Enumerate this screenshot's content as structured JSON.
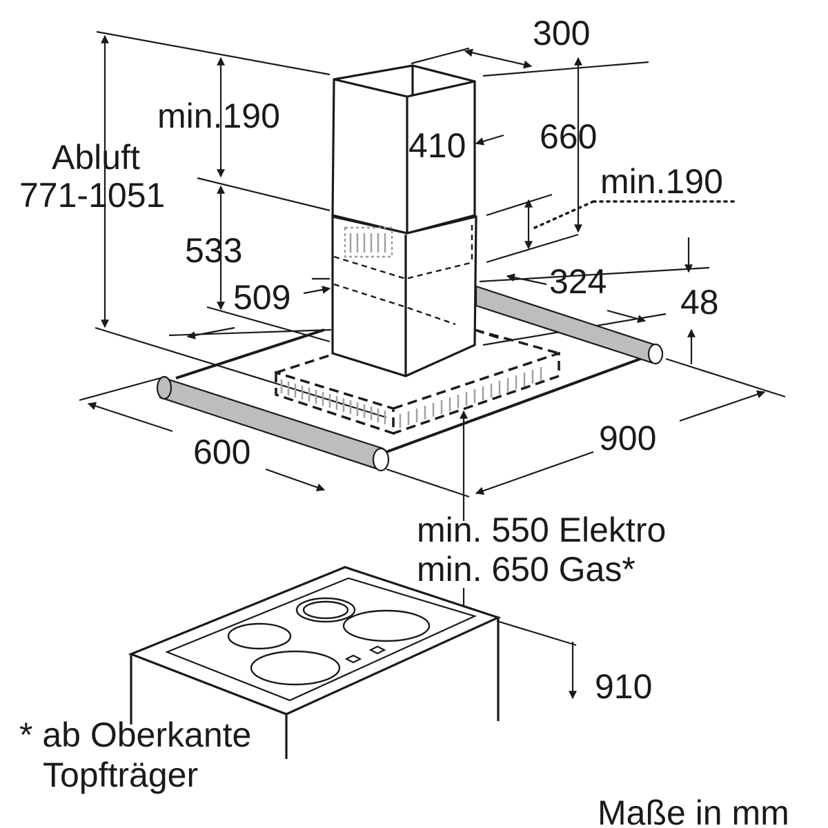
{
  "dimensions": {
    "chimney_width": "300",
    "chimney_depth": "410",
    "upper_min": "min.190",
    "exhaust_label": "Abluft",
    "exhaust_range": "771-1051",
    "height_660": "660",
    "side_min": "min.190",
    "height_533": "533",
    "depth_509": "509",
    "depth_324": "324",
    "thickness_48": "48",
    "depth_600": "600",
    "width_900": "900",
    "min_electric": "min. 550 Elektro",
    "min_gas": "min. 650 Gas*",
    "worktop_910": "910"
  },
  "notes": {
    "footnote_line1": "* ab Oberkante",
    "footnote_line2": "Topfträger",
    "units": "Maße in mm"
  }
}
